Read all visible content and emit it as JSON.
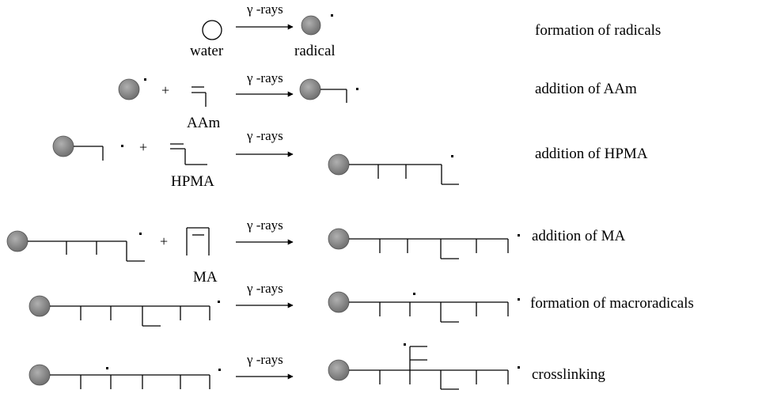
{
  "arrow_label": "γ -rays",
  "steps": [
    {
      "description": "formation of radicals",
      "reactant_labels": [
        "water"
      ],
      "product_label": "radical"
    },
    {
      "description": "addition of AAm",
      "reactant_labels": [
        "AAm"
      ]
    },
    {
      "description": "addition of HPMA",
      "reactant_labels": [
        "HPMA"
      ]
    },
    {
      "description": "addition of MA",
      "reactant_labels": [
        "MA"
      ]
    },
    {
      "description": "formation of macroradicals"
    },
    {
      "description": "crosslinking"
    }
  ],
  "colors": {
    "radical_fill": "#8c8c8c",
    "line": "#000000",
    "water_fill": "#ffffff"
  }
}
